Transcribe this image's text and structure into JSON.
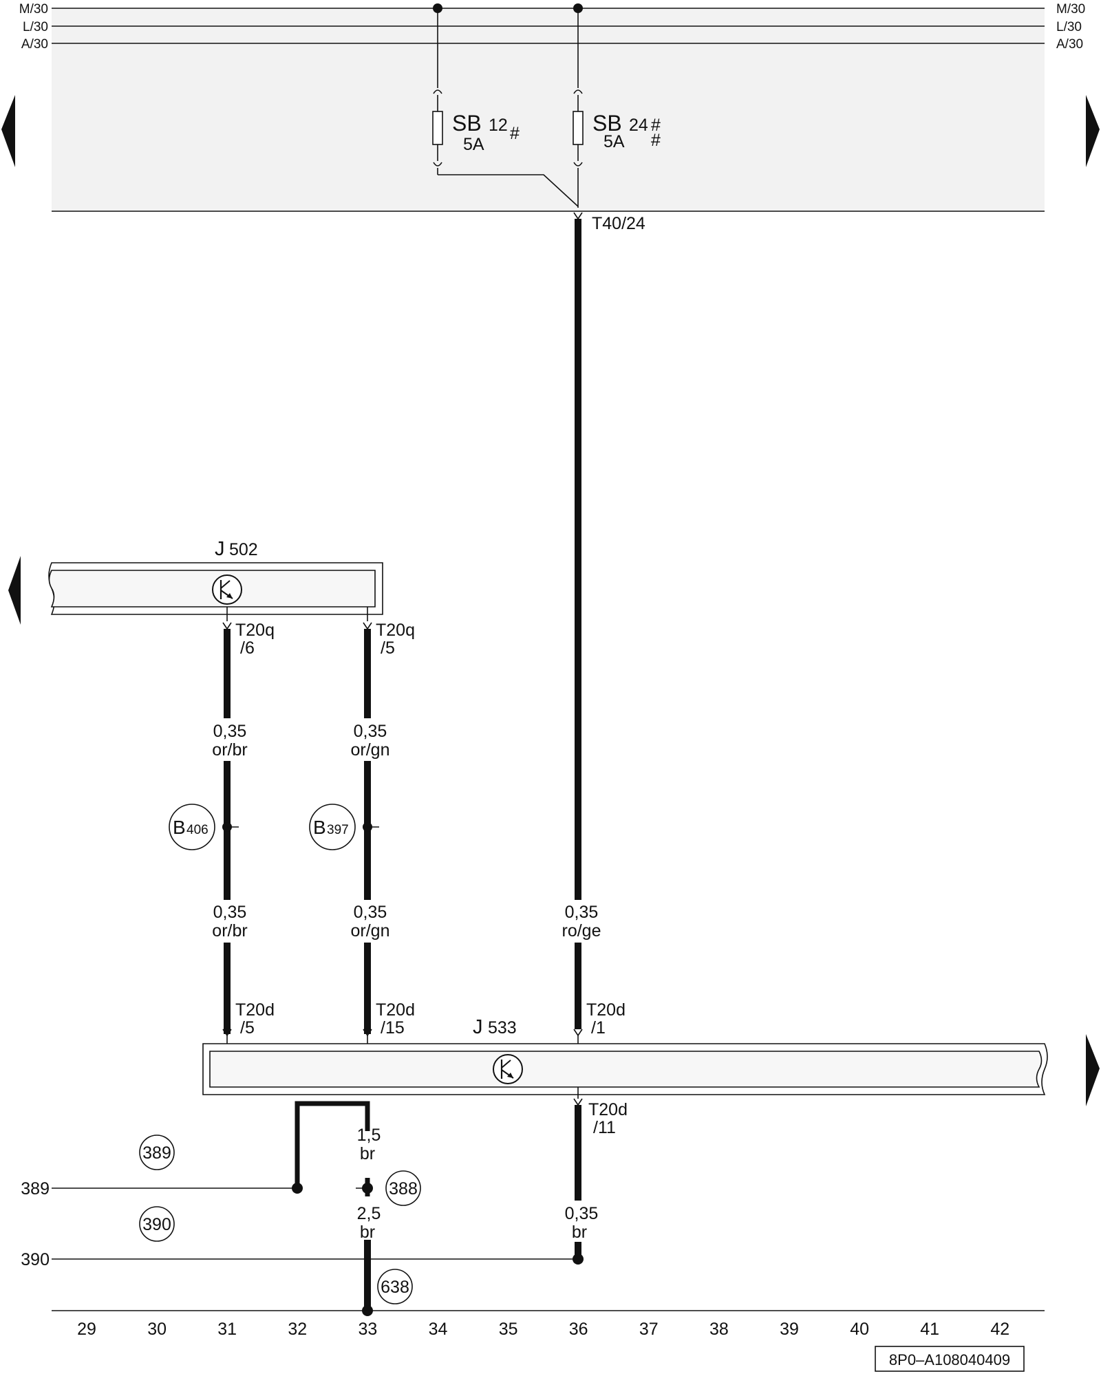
{
  "rails": {
    "m30": "M/30",
    "l30": "L/30",
    "a30": "A/30"
  },
  "fuses": {
    "sb12": {
      "prefix": "SB",
      "number": "12",
      "rating": "5A",
      "mark": "#"
    },
    "sb24": {
      "prefix": "SB",
      "number": "24",
      "rating": "5A",
      "mark1": "#",
      "mark2": "#"
    }
  },
  "connectors": {
    "t40_24": "T40/24",
    "t20q_6": {
      "line1": "T20q",
      "line2": "/6"
    },
    "t20q_5": {
      "line1": "T20q",
      "line2": "/5"
    },
    "t20d_5": {
      "line1": "T20d",
      "line2": "/5"
    },
    "t20d_15": {
      "line1": "T20d",
      "line2": "/15"
    },
    "t20d_1": {
      "line1": "T20d",
      "line2": "/1"
    },
    "t20d_11": {
      "line1": "T20d",
      "line2": "/11"
    }
  },
  "components": {
    "j502": {
      "letter": "J",
      "number": "502"
    },
    "j533": {
      "letter": "J",
      "number": "533"
    }
  },
  "wires": {
    "w1_top": {
      "size": "0,35",
      "color": "or/br"
    },
    "w2_top": {
      "size": "0,35",
      "color": "or/gn"
    },
    "w1_bottom": {
      "size": "0,35",
      "color": "or/br"
    },
    "w2_bottom": {
      "size": "0,35",
      "color": "or/gn"
    },
    "w3": {
      "size": "0,35",
      "color": "ro/ge"
    },
    "w_ground1": {
      "size": "1,5",
      "color": "br"
    },
    "w_ground2": {
      "size": "2,5",
      "color": "br"
    },
    "w_ground3": {
      "size": "0,35",
      "color": "br"
    }
  },
  "junctions": {
    "b406": {
      "letter": "B",
      "number": "406"
    },
    "b397": {
      "letter": "B",
      "number": "397"
    },
    "c389": "389",
    "c390": "390",
    "c388": "388",
    "c638": "638"
  },
  "line_labels": {
    "l389": "389",
    "l390": "390"
  },
  "grid": [
    "29",
    "30",
    "31",
    "32",
    "33",
    "34",
    "35",
    "36",
    "37",
    "38",
    "39",
    "40",
    "41",
    "42"
  ],
  "doc_id": "8P0–A108040409",
  "colors": {
    "ink": "#111111",
    "relay_fill": "#f2f2f2",
    "component_fill": "#f7f7f7"
  }
}
